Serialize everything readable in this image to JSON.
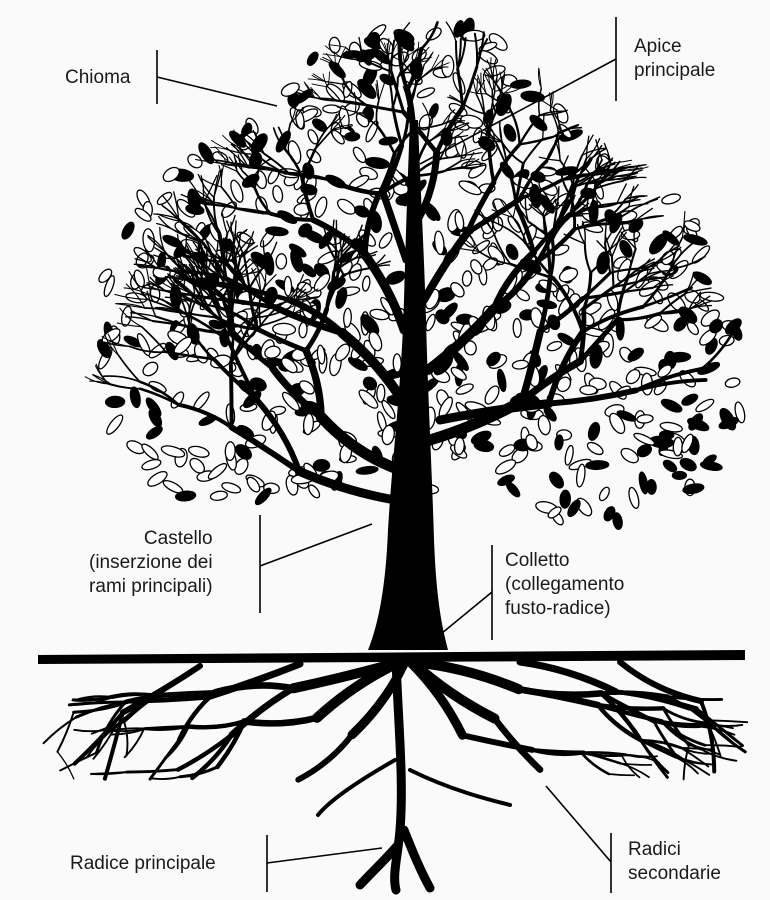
{
  "labels": {
    "chioma": "Chioma",
    "apice_line1": "Apice",
    "apice_line2": "principale",
    "castello_line1": "Castello",
    "castello_line2": "(inserzione dei",
    "castello_line3": "rami principali)",
    "colletto_line1": "Colletto",
    "colletto_line2": "(collegamento",
    "colletto_line3": "fusto-radice)",
    "radice_principale": "Radice principale",
    "radici_line1": "Radici",
    "radici_line2": "secondarie"
  },
  "colors": {
    "ink": "#000000",
    "text": "#1a1a1a",
    "background": "#fafafa"
  },
  "illustration": "tree-with-roots"
}
